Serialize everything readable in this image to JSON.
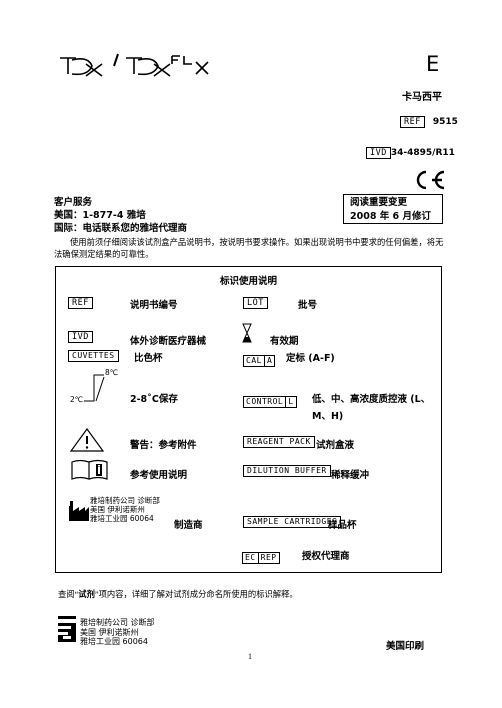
{
  "header": {
    "letter": "E",
    "drug": "卡马西平",
    "ref_code": "REF",
    "ref_number": "9515",
    "ivd_code": "IVD",
    "ivd_number": "34-4895/R11",
    "ce_mark": "CE"
  },
  "notice": {
    "line1": "阅读重要变更",
    "line2": "2008 年 6 月修订"
  },
  "customer": {
    "title": "客户服务",
    "usa": "美国：1-877-4 雅培",
    "intl": "国际：电话联系您的雅培代理商"
  },
  "intro": "使用前须仔细阅读该试剂盒产品说明书，按说明书要求操作。如果出现说明书中要求的任何偏差，将无法确保测定结果的可靠性。",
  "legend": {
    "title": "标识使用说明",
    "items": {
      "ref": {
        "code": "REF",
        "label": "说明书编号"
      },
      "lot": {
        "code": "LOT",
        "label": "批号"
      },
      "ivd": {
        "code": "IVD",
        "label": "体外诊断医疗器械"
      },
      "expiry": {
        "label": "有效期"
      },
      "cuvettes": {
        "code": "CUVETTES",
        "label": "比色杯"
      },
      "cal": {
        "code_a": "CAL",
        "code_b": "A",
        "label": "定标 (A-F)"
      },
      "storage": {
        "top": "8℃",
        "bottom": "2℃",
        "label": "2-8˚C保存"
      },
      "control": {
        "code_a": "CONTROL",
        "code_b": "L",
        "label": "低、中、高浓度质控液 (L、",
        "label2": "M、H)"
      },
      "warning": {
        "label": "警告：参考附件"
      },
      "reagent": {
        "code": "REAGENT PACK",
        "label": "试剂盒液"
      },
      "manual": {
        "label": "参考使用说明"
      },
      "dilution": {
        "code": "DILUTION BUFFER",
        "label": "稀释缓冲"
      },
      "manufacturer": {
        "addr1": "雅培制药公司 诊断部",
        "addr2": "美国 伊利诺斯州",
        "addr3": "雅培工业园 60064",
        "label": "制造商"
      },
      "sample": {
        "code": "SAMPLE CARTRIDGES",
        "label": "样品杯"
      },
      "ecrep": {
        "code_a": "EC",
        "code_b": "REP",
        "label": "授权代理商"
      }
    }
  },
  "footer_note_pre": "查阅“",
  "footer_note_bold": "试剂",
  "footer_note_post": "”项内容，详细了解对试剂成分命名所使用的标识解释。",
  "footer": {
    "addr1": "雅培制药公司 诊断部",
    "addr2": "美国 伊利诺斯州",
    "addr3": "雅培工业园 60064",
    "printed": "美国印刷",
    "page": "1"
  }
}
